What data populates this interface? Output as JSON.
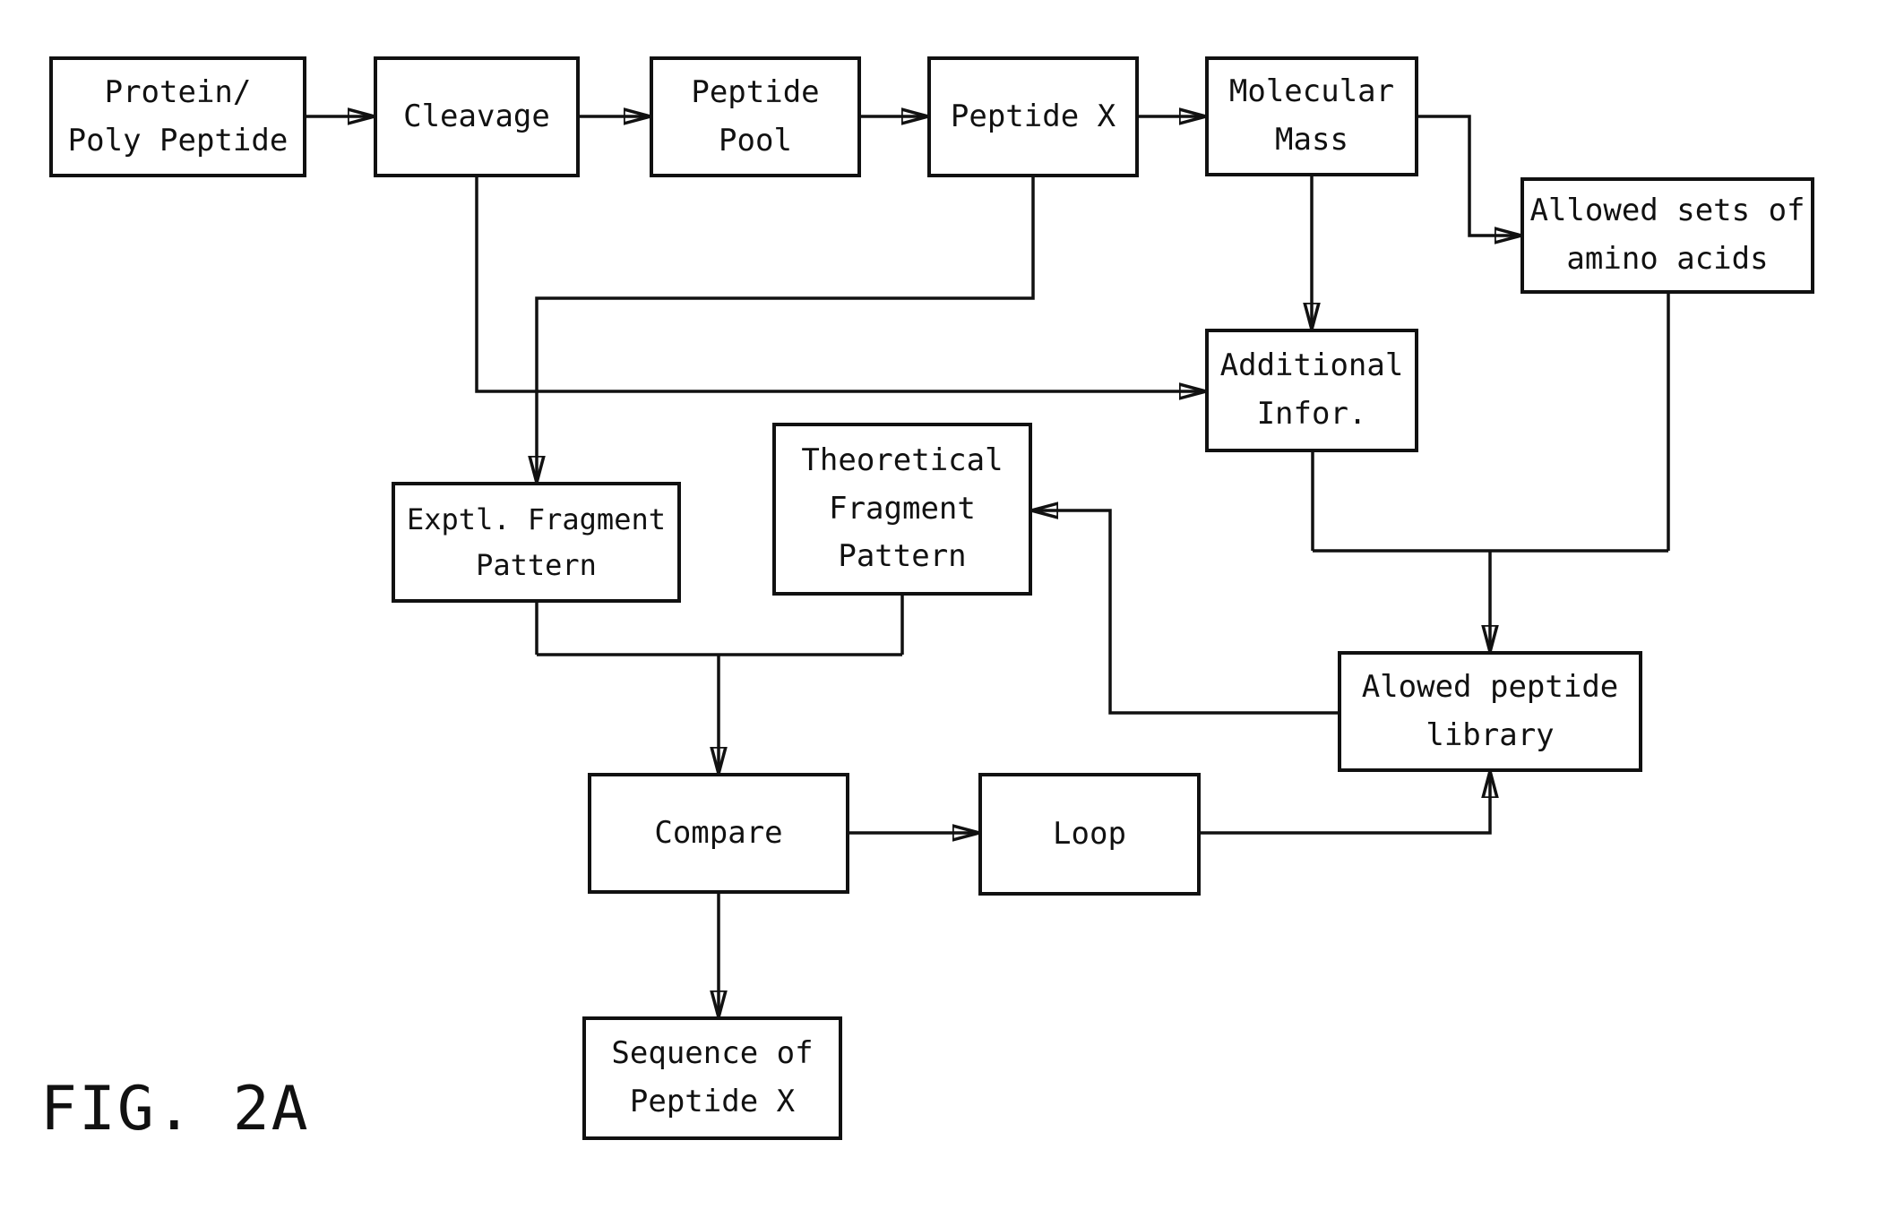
{
  "figure": {
    "label": "FIG. 2A"
  },
  "colors": {
    "ink": "#111111",
    "background": "#ffffff"
  },
  "boxes": {
    "protein": {
      "line1": "Protein/",
      "line2": "Poly Peptide"
    },
    "cleavage": {
      "line1": "Cleavage"
    },
    "peptide_pool": {
      "line1": "Peptide",
      "line2": "Pool"
    },
    "peptide_x": {
      "line1": "Peptide X"
    },
    "molecular_mass": {
      "line1": "Molecular",
      "line2": "Mass"
    },
    "allowed_sets": {
      "line1": "Allowed sets of",
      "line2": "amino acids"
    },
    "additional_infor": {
      "line1": "Additional",
      "line2": "Infor."
    },
    "exptl_fragment": {
      "line1": "Exptl. Fragment",
      "line2": "Pattern"
    },
    "theoretical_fragment": {
      "line1": "Theoretical",
      "line2": "Fragment",
      "line3": "Pattern"
    },
    "alowed_library": {
      "line1": "Alowed peptide",
      "line2": "library"
    },
    "compare": {
      "line1": "Compare"
    },
    "loop": {
      "line1": "Loop"
    },
    "sequence": {
      "line1": "Sequence of",
      "line2": "Peptide X"
    }
  }
}
